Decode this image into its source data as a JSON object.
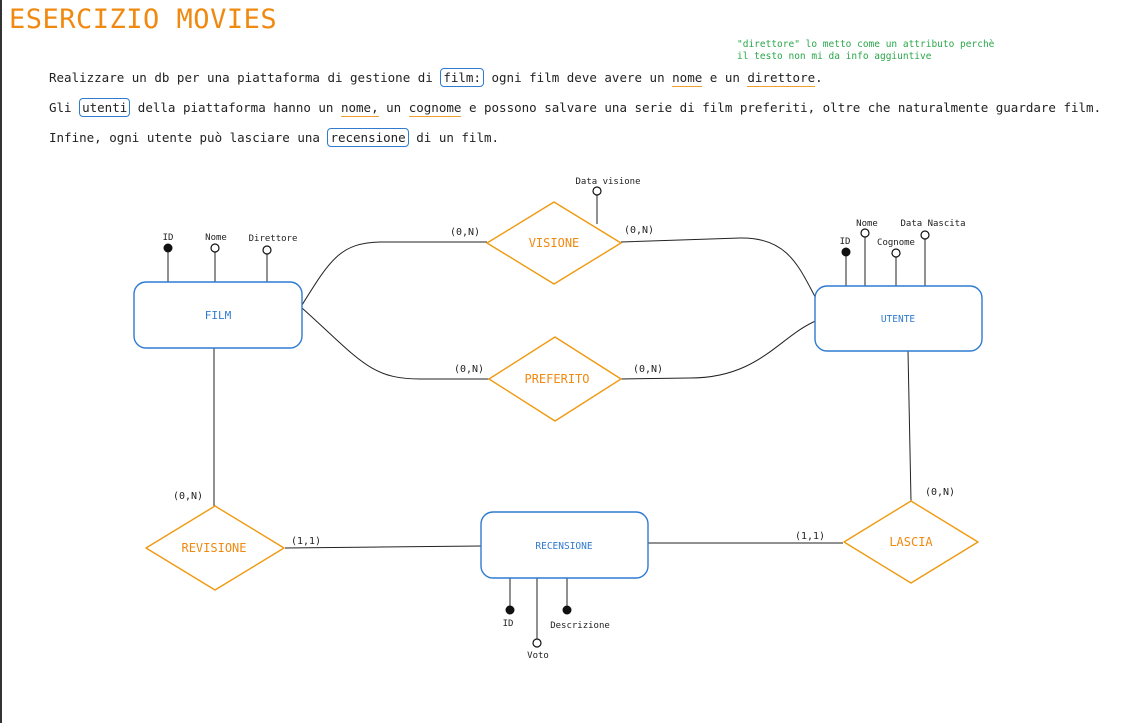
{
  "title": "ESERCIZIO MOVIES",
  "note": {
    "line1": "\"direttore\" lo metto come un attributo perchè",
    "line2": "il testo non mi da info aggiuntive"
  },
  "text": {
    "p1": {
      "before": "Realizzare un db per una piattaforma di gestione di ",
      "film": "film:",
      "mid1": " ogni film deve avere un ",
      "nome": "nome",
      "mid2": " e un ",
      "direttore": "direttore",
      "end": "."
    },
    "p2": {
      "before": "Gli ",
      "utenti": "utenti",
      "mid1": " della piattaforma hanno un ",
      "nome": "nome,",
      "mid2": " un ",
      "cognome": "cognome",
      "end": " e possono salvare una serie di film preferiti, oltre che naturalmente guardare film."
    },
    "p3": {
      "before": "Infine, ogni utente può lasciare una ",
      "recensione": "recensione",
      "end": " di un film."
    }
  },
  "entities": {
    "film": "FILM",
    "utente": "UTENTE",
    "recensione": "RECENSIONE"
  },
  "relationships": {
    "visione": "VISIONE",
    "preferito": "PREFERITO",
    "revisione": "REVISIONE",
    "lascia": "LASCIA"
  },
  "attributes": {
    "film": [
      "ID",
      "Nome",
      "Direttore"
    ],
    "utente": [
      "ID",
      "Nome",
      "Cognome",
      "Data Nascita"
    ],
    "recensione": [
      "ID",
      "Voto",
      "Descrizione"
    ],
    "visione": [
      "Data visione"
    ]
  },
  "cardinalities": {
    "film_visione": "(0,N)",
    "utente_visione": "(0,N)",
    "film_preferito": "(0,N)",
    "utente_preferito": "(0,N)",
    "film_revisione": "(0,N)",
    "recensione_revisione": "(1,1)",
    "recensione_lascia": "(1,1)",
    "utente_lascia": "(0,N)"
  },
  "colors": {
    "title": "#f0890f",
    "entity_border": "#2f7bd1",
    "entity_text": "#2f7bd1",
    "relationship": "#f0990f",
    "note": "#2aa84a"
  }
}
